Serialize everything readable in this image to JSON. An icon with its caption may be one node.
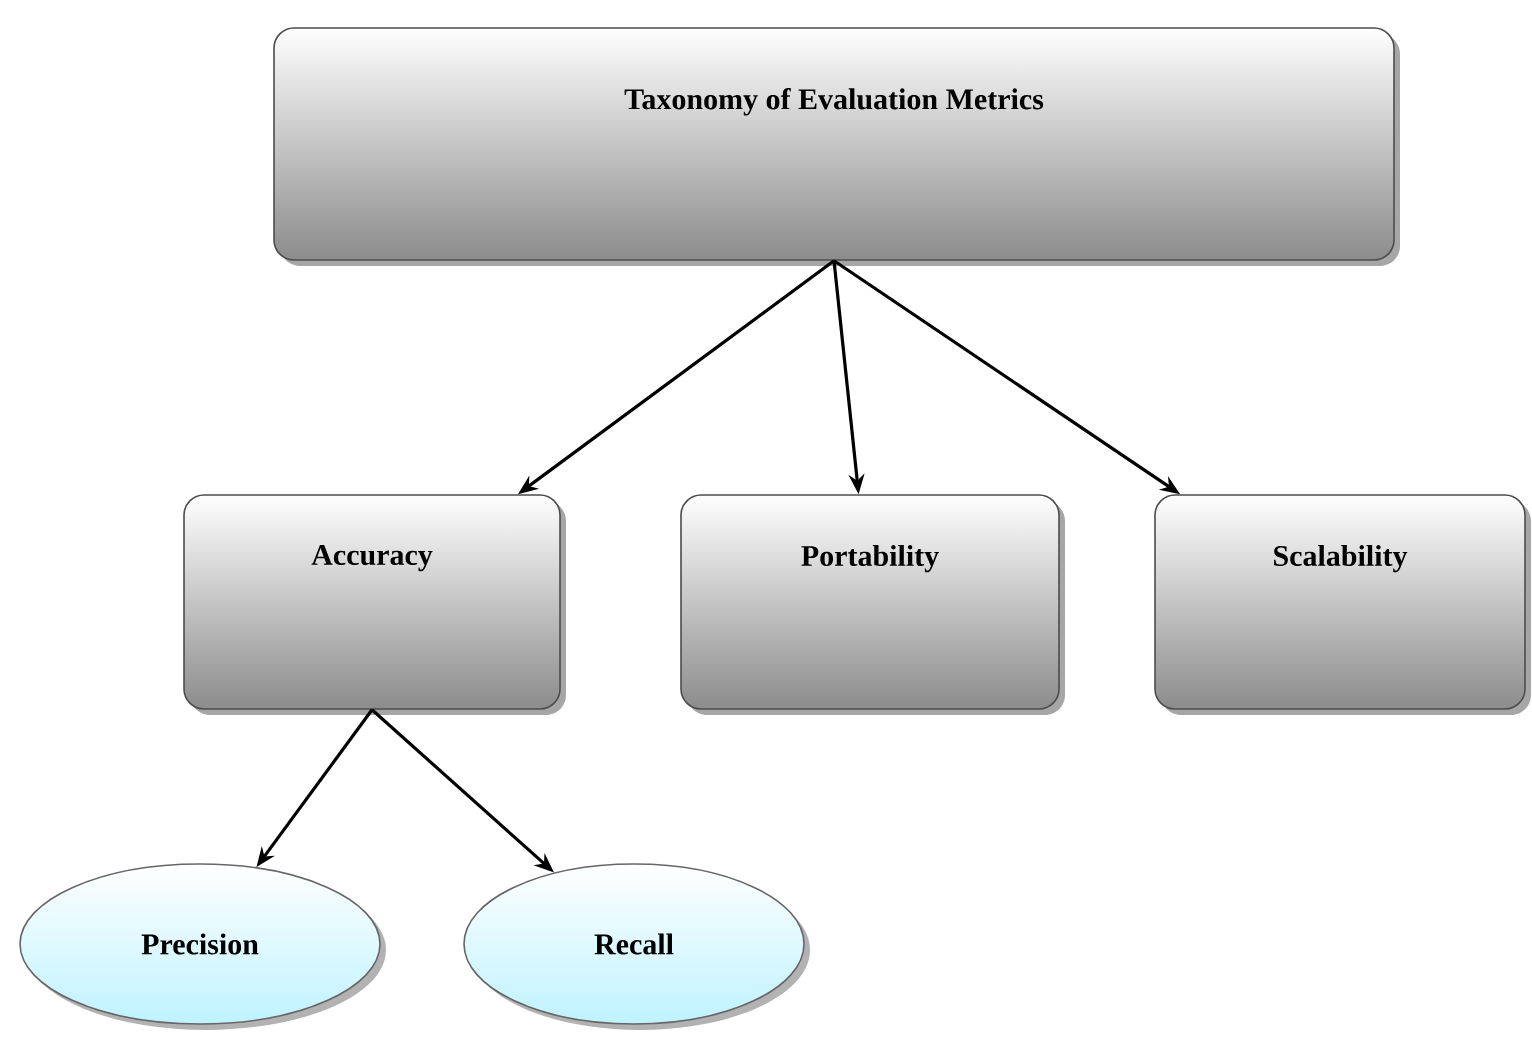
{
  "diagram": {
    "nodes": [
      {
        "text": [
          "Taxonomy of Evaluation Metrics"
        ]
      },
      {
        "text": [
          "Accuracy"
        ]
      },
      {
        "text": [
          "Portability"
        ]
      },
      {
        "text": [
          "Scalability"
        ]
      },
      {
        "text": [
          "Precision"
        ]
      },
      {
        "text": [
          "Recall"
        ]
      }
    ],
    "edges": [
      {
        "from": 0,
        "to": 1,
        "arrow": "to"
      },
      {
        "from": 0,
        "to": 2,
        "arrow": "to"
      },
      {
        "from": 0,
        "to": 3,
        "arrow": "to"
      },
      {
        "from": 1,
        "to": 4,
        "arrow": "to"
      },
      {
        "from": 1,
        "to": 5,
        "arrow": "to"
      }
    ]
  }
}
